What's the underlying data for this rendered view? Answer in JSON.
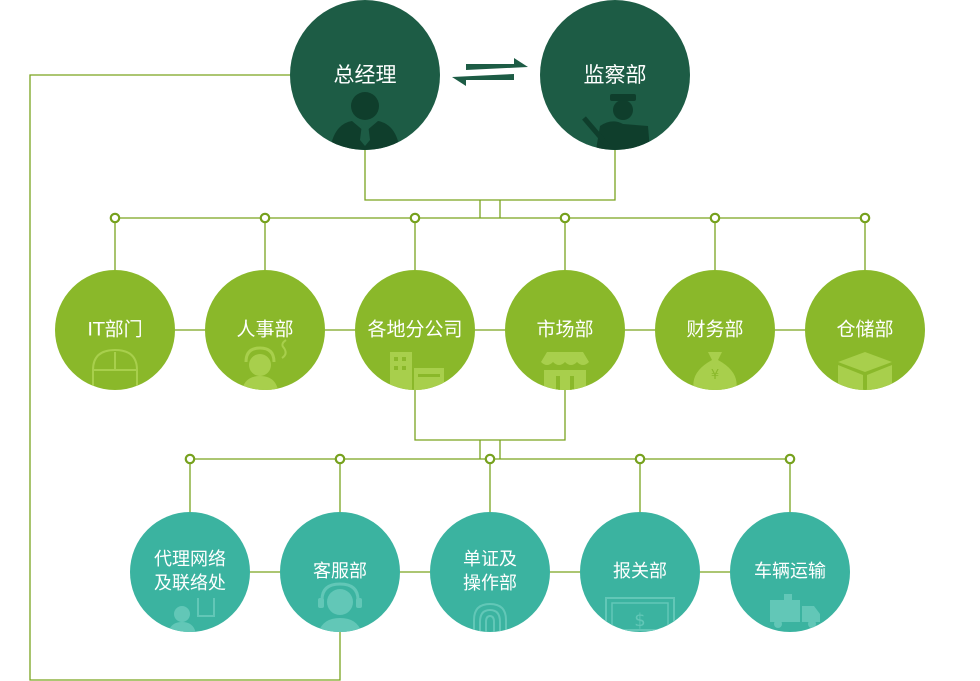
{
  "colors": {
    "top": "#1d5c45",
    "middle": "#8ab82a",
    "bottom": "#3bb3a0",
    "line": "#7aa31f",
    "icon_top": "#0f3e2c",
    "icon_mid": "#a8cf4c",
    "icon_bot": "#62c7b7"
  },
  "top_nodes": [
    {
      "id": "gm",
      "label": "总经理",
      "icon": "manager-person-icon"
    },
    {
      "id": "sup",
      "label": "监察部",
      "icon": "inspector-person-icon"
    }
  ],
  "middle_nodes": [
    {
      "id": "it",
      "label": "IT部门",
      "icon": "computer-mouse-icon"
    },
    {
      "id": "hr",
      "label": "人事部",
      "icon": "headset-person-icon"
    },
    {
      "id": "branch",
      "label": "各地分公司",
      "icon": "building-icon"
    },
    {
      "id": "market",
      "label": "市场部",
      "icon": "storefront-icon"
    },
    {
      "id": "finance",
      "label": "财务部",
      "icon": "money-bag-icon"
    },
    {
      "id": "warehouse",
      "label": "仓储部",
      "icon": "box-icon"
    }
  ],
  "bottom_nodes": [
    {
      "id": "agent",
      "lines": [
        "代理网络",
        "及联络处"
      ],
      "icon": "presenter-icon"
    },
    {
      "id": "service",
      "lines": [
        "客服部"
      ],
      "icon": "headset-agent-icon"
    },
    {
      "id": "docs",
      "lines": [
        "单证及",
        "操作部"
      ],
      "icon": "fingerprint-icon"
    },
    {
      "id": "customs",
      "lines": [
        "报关部"
      ],
      "icon": "dollar-bill-icon"
    },
    {
      "id": "transport",
      "lines": [
        "车辆运输"
      ],
      "icon": "delivery-truck-icon"
    }
  ]
}
